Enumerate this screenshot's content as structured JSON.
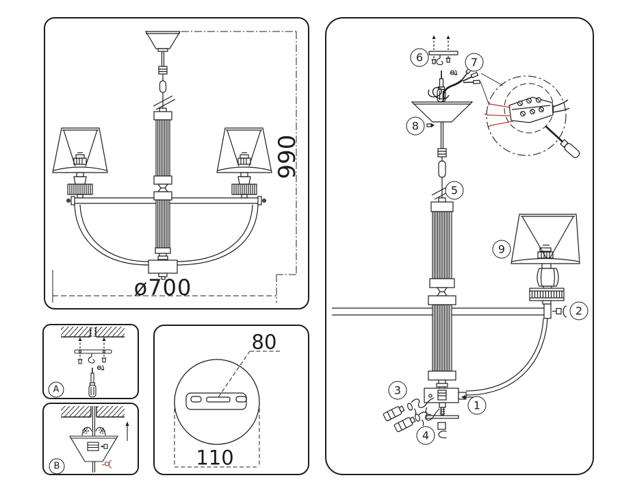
{
  "colors": {
    "ink": "#1c1c1c",
    "wire_red": "#c0392b",
    "background": "#ffffff"
  },
  "front_view": {
    "height_dim": "990",
    "diameter_dim": "ø700"
  },
  "mounting_plate_detail": {
    "hole_spacing_dim": "80",
    "plate_width_dim": "110"
  },
  "install_steps": {
    "step_a_label": "A",
    "step_b_label": "B"
  },
  "assembly_view": {
    "callouts": [
      "1",
      "2",
      "3",
      "4",
      "5",
      "6",
      "7",
      "8",
      "9"
    ]
  }
}
